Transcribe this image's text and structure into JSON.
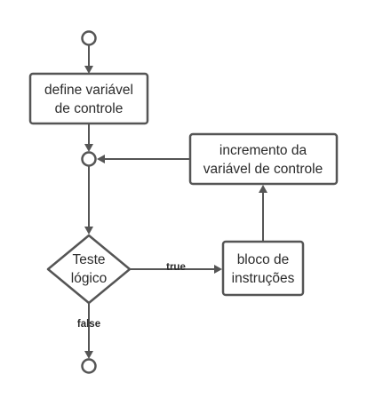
{
  "nodes": {
    "define": {
      "lines": [
        "define variável",
        "de controle"
      ]
    },
    "increment": {
      "lines": [
        "incremento da",
        "variável de controle"
      ]
    },
    "test": {
      "lines": [
        "Teste",
        "lógico"
      ]
    },
    "block": {
      "lines": [
        "bloco de",
        "instruções"
      ]
    }
  },
  "edges": {
    "true_label": "true",
    "false_label": "false"
  }
}
